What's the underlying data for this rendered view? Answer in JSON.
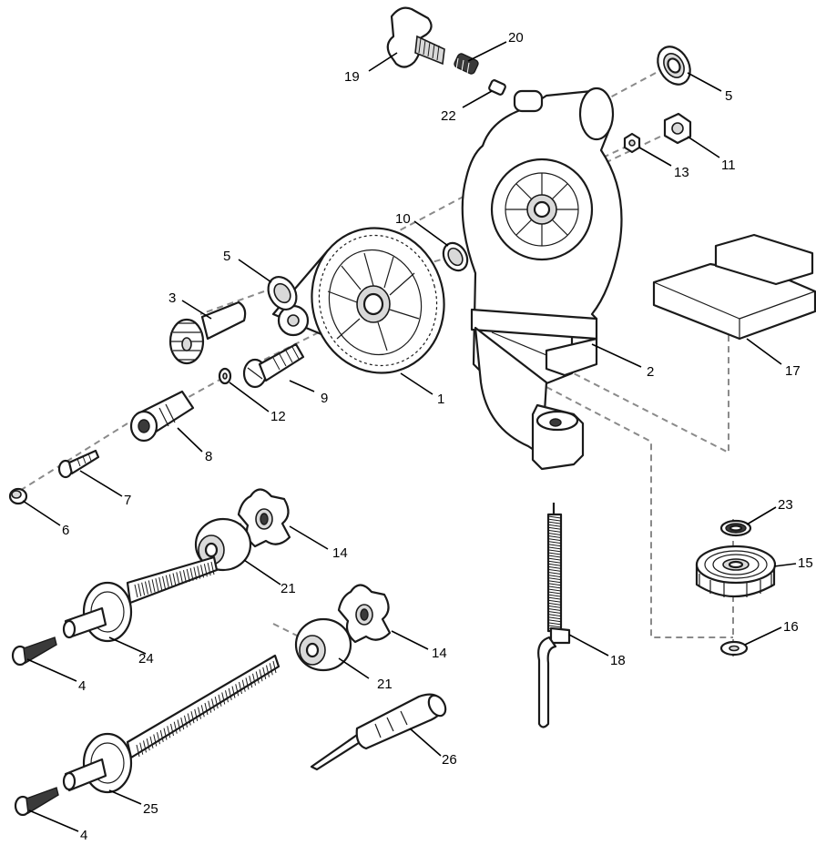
{
  "callouts": [
    {
      "id": "c19",
      "text": "19"
    },
    {
      "id": "c20",
      "text": "20"
    },
    {
      "id": "c22",
      "text": "22"
    },
    {
      "id": "c5a",
      "text": "5"
    },
    {
      "id": "c11",
      "text": "11"
    },
    {
      "id": "c13",
      "text": "13"
    },
    {
      "id": "c10",
      "text": "10"
    },
    {
      "id": "c5b",
      "text": "5"
    },
    {
      "id": "c3",
      "text": "3"
    },
    {
      "id": "c9",
      "text": "9"
    },
    {
      "id": "c1",
      "text": "1"
    },
    {
      "id": "c12",
      "text": "12"
    },
    {
      "id": "c2",
      "text": "2"
    },
    {
      "id": "c17",
      "text": "17"
    },
    {
      "id": "c8",
      "text": "8"
    },
    {
      "id": "c7",
      "text": "7"
    },
    {
      "id": "c6",
      "text": "6"
    },
    {
      "id": "c14a",
      "text": "14"
    },
    {
      "id": "c21a",
      "text": "21"
    },
    {
      "id": "c23",
      "text": "23"
    },
    {
      "id": "c15",
      "text": "15"
    },
    {
      "id": "c16",
      "text": "16"
    },
    {
      "id": "c24",
      "text": "24"
    },
    {
      "id": "c4a",
      "text": "4"
    },
    {
      "id": "c18",
      "text": "18"
    },
    {
      "id": "c14b",
      "text": "14"
    },
    {
      "id": "c21b",
      "text": "21"
    },
    {
      "id": "c26",
      "text": "26"
    },
    {
      "id": "c25",
      "text": "25"
    },
    {
      "id": "c4b",
      "text": "4"
    }
  ]
}
